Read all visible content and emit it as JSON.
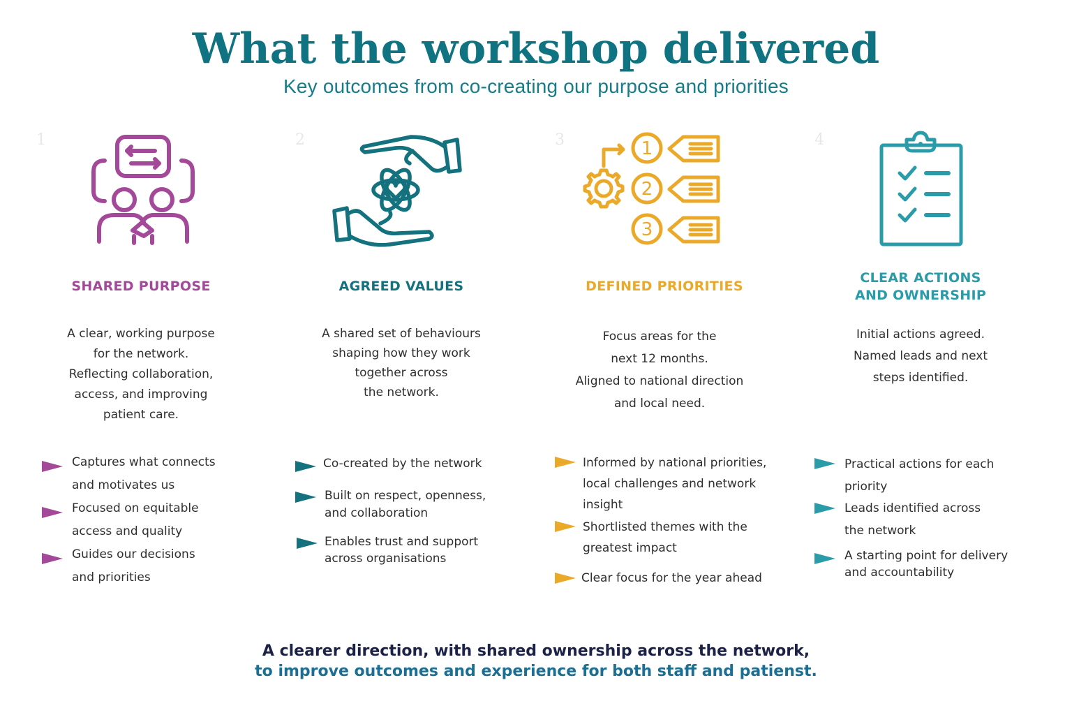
{
  "header": {
    "title": "What the workshop delivered",
    "subtitle": "Key outcomes from co-creating our purpose and priorities"
  },
  "colors": {
    "title": "#0f7381",
    "subtitle": "#167c89",
    "purple": "#a44899",
    "teal": "#14727f",
    "amber": "#eaa928",
    "cyan": "#2a9ba8",
    "footer_dark": "#1c2147",
    "footer_blue": "#1c6e93"
  },
  "columns": [
    {
      "number": "1",
      "icon": "people-with-arrows-icon",
      "heading_lines": [
        "SHARED PURPOSE"
      ],
      "description_lines": [
        "A clear, working purpose",
        "for the network.",
        "Reflecting collaboration,",
        "access, and improving",
        "patient care."
      ],
      "bullets": [
        {
          "lines": [
            "Captures what connects",
            "and motivates us"
          ]
        },
        {
          "lines": [
            "Focused on equitable",
            "access and quality"
          ]
        },
        {
          "lines": [
            "Guides our decisions",
            "and priorities"
          ]
        }
      ]
    },
    {
      "number": "2",
      "icon": "hands-with-heart-icon",
      "heading_lines": [
        "AGREED VALUES"
      ],
      "description_lines": [
        "A shared set of behaviours",
        "shaping how they work",
        "together across",
        "the network."
      ],
      "bullets": [
        {
          "lines": [
            "Co-created by the network"
          ]
        },
        {
          "lines": [
            "Built on respect, openness,",
            "and collaboration"
          ]
        },
        {
          "lines": [
            "Enables trust and support",
            "across organisations"
          ]
        }
      ]
    },
    {
      "number": "3",
      "icon": "gear-with-numbered-list-icon",
      "heading_lines": [
        "DEFINED PRIORITIES"
      ],
      "description_lines": [
        "Focus areas for the",
        "next 12 months.",
        "Aligned to national direction",
        "and local need."
      ],
      "icon_numbers": [
        "1",
        "2",
        "3"
      ],
      "bullets": [
        {
          "lines": [
            "Informed by national priorities,",
            "local challenges and network",
            "insight"
          ]
        },
        {
          "lines": [
            "Shortlisted themes with the",
            "greatest impact"
          ]
        },
        {
          "lines": [
            "Clear focus for the year ahead"
          ]
        }
      ]
    },
    {
      "number": "4",
      "icon": "clipboard-checklist-icon",
      "heading_lines": [
        "CLEAR ACTIONS",
        "AND OWNERSHIP"
      ],
      "description_lines": [
        "Initial actions agreed.",
        "Named leads and next",
        "steps identified."
      ],
      "bullets": [
        {
          "lines": [
            "Practical actions for each",
            "priority"
          ]
        },
        {
          "lines": [
            "Leads identified across",
            "the network"
          ]
        },
        {
          "lines": [
            "A starting point for delivery",
            "and accountability"
          ]
        }
      ]
    }
  ],
  "footer": {
    "line1": "A clearer direction, with shared ownership across the network,",
    "line2": "to improve outcomes and experience for both staff and patienst."
  }
}
